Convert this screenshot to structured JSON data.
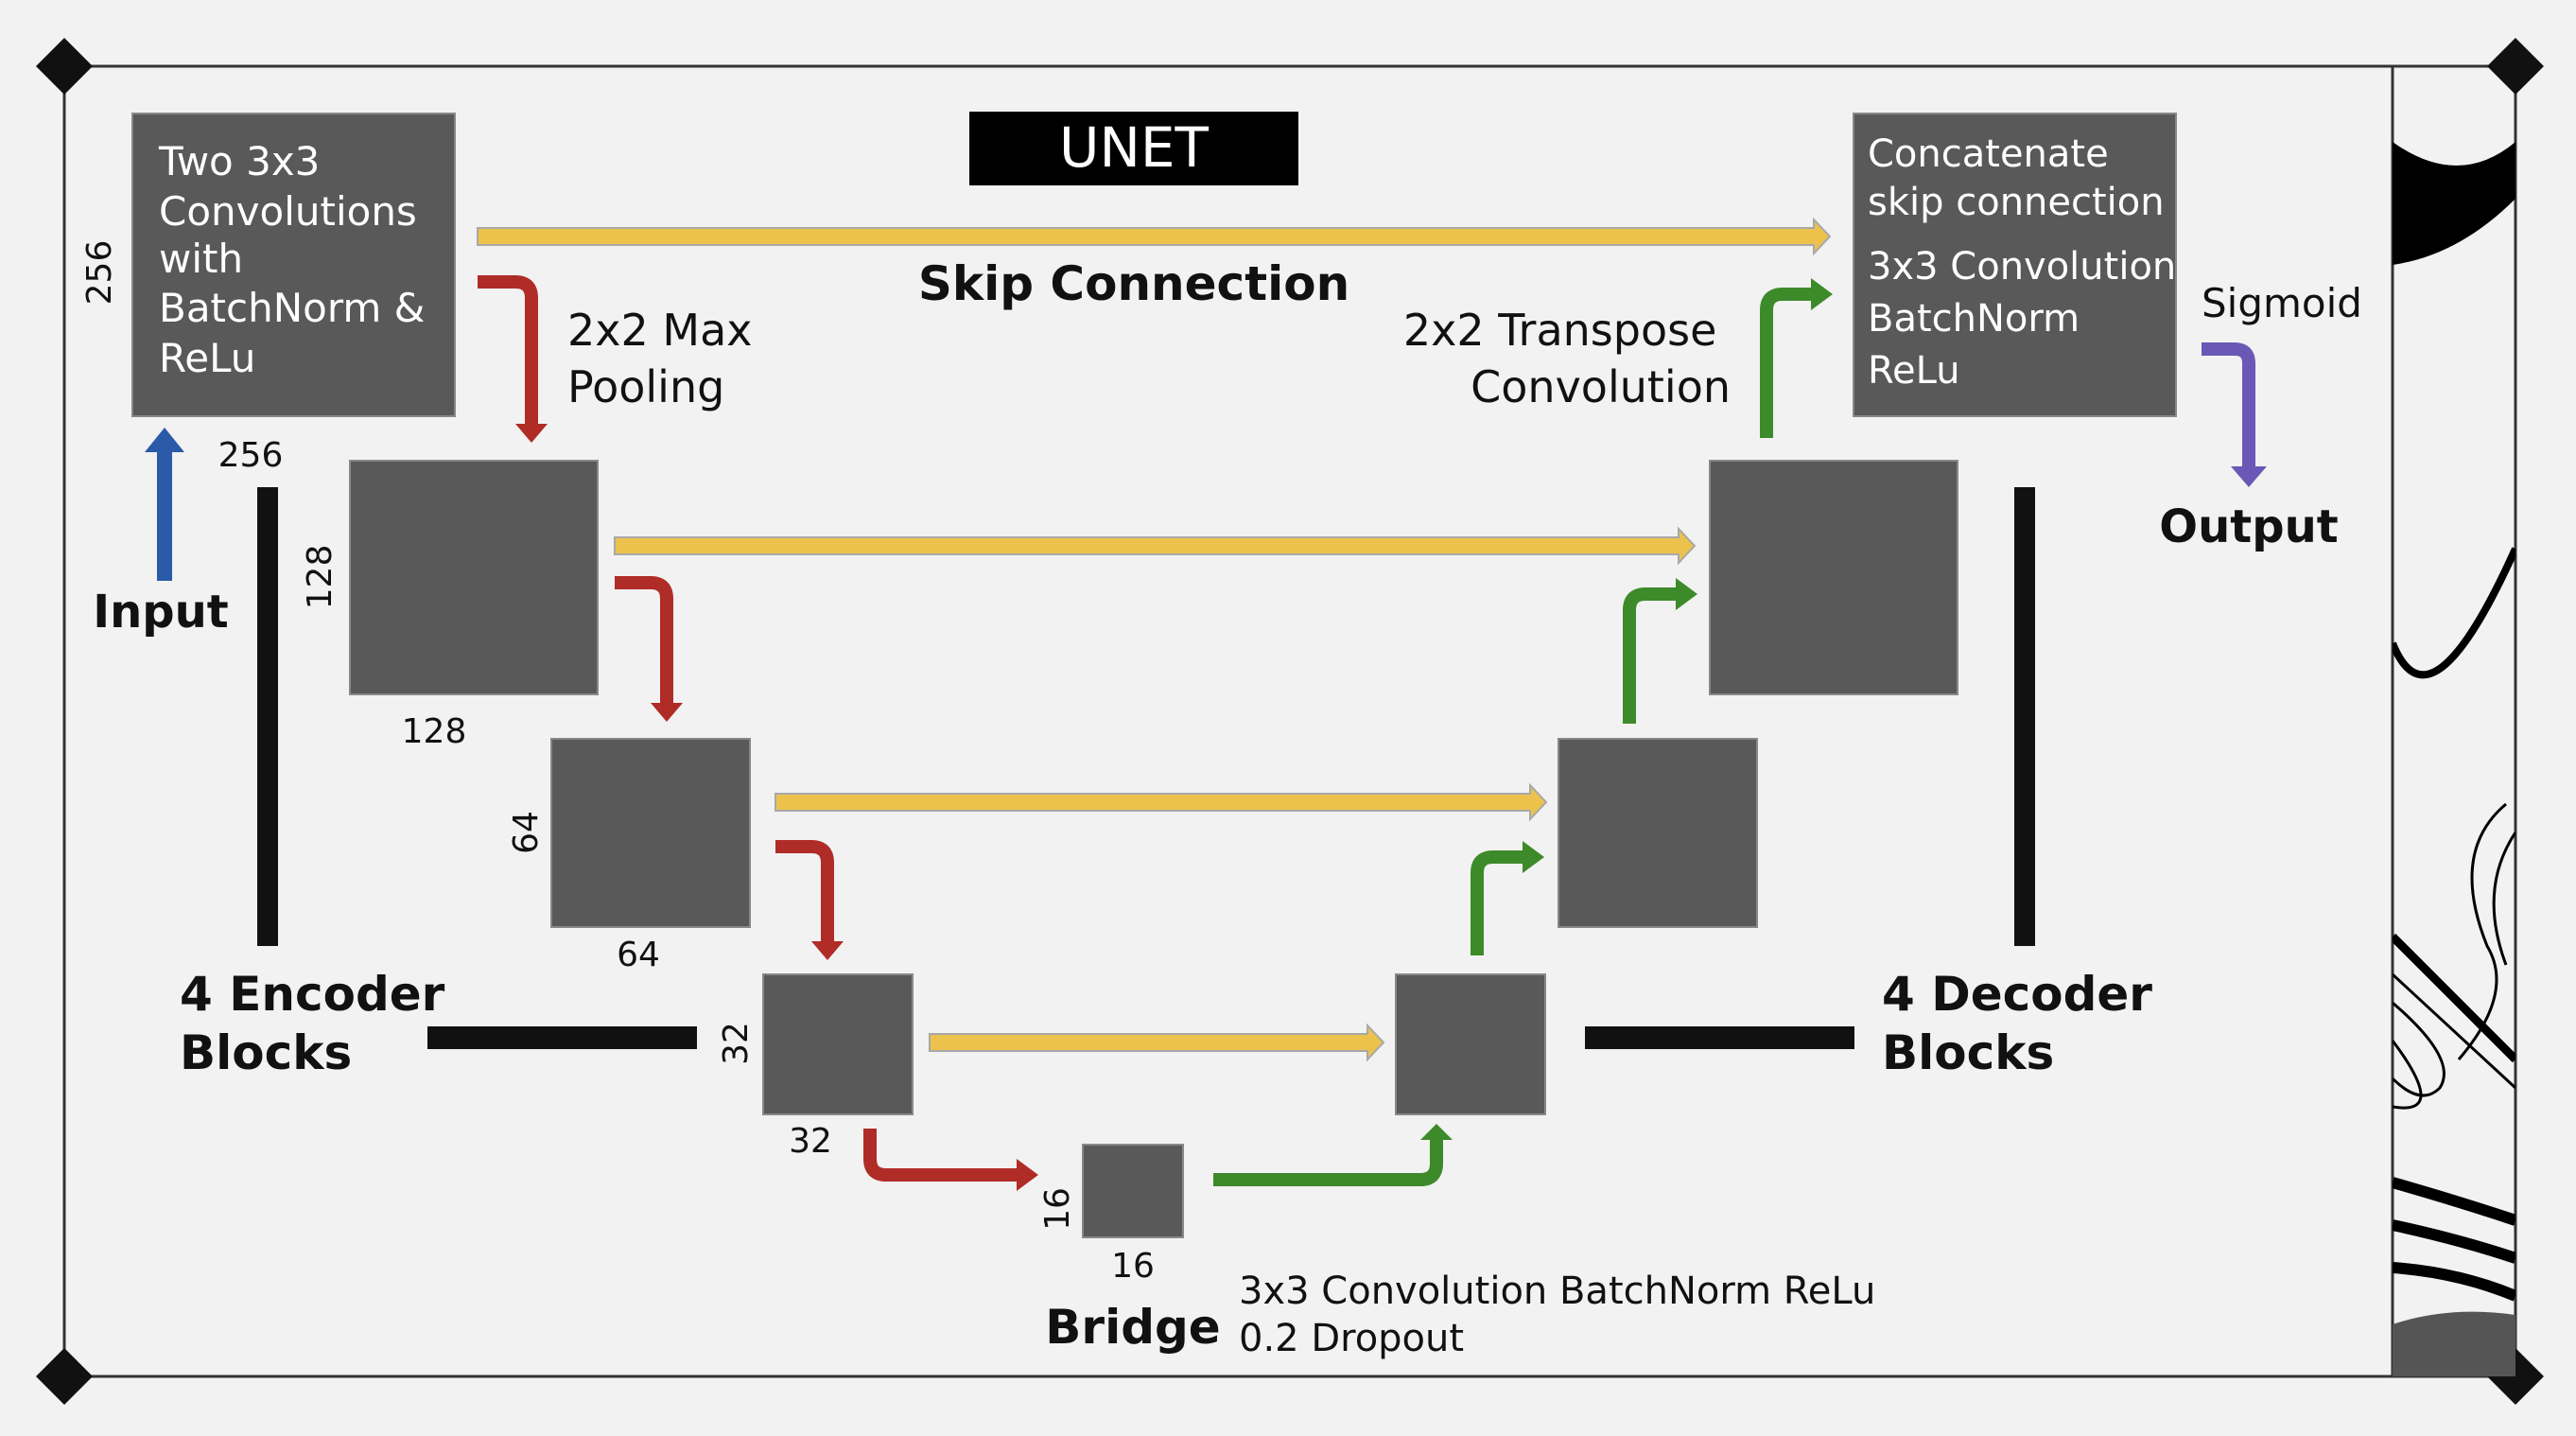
{
  "title": "UNET",
  "encoder_desc": [
    "Two 3x3",
    "Convolutions",
    "with",
    "BatchNorm &",
    "ReLu"
  ],
  "decoder_desc": [
    "Concatenate",
    "skip connection",
    "3x3 Convolution",
    "BatchNorm",
    "ReLu"
  ],
  "labels": {
    "skip_connection": "Skip Connection",
    "max_pooling": [
      "2x2 Max",
      "Pooling"
    ],
    "transpose_conv": [
      "2x2 Transpose",
      "Convolution"
    ],
    "sigmoid": "Sigmoid",
    "output": "Output",
    "input": "Input",
    "encoder_blocks": [
      "4 Encoder",
      "Blocks"
    ],
    "decoder_blocks": [
      "4 Decoder",
      "Blocks"
    ],
    "bridge": "Bridge",
    "bridge_desc": [
      "3x3 Convolution BatchNorm ReLu",
      "0.2 Dropout"
    ]
  },
  "dims": {
    "d256_side": "256",
    "d256_bottom": "256",
    "d128_side": "128",
    "d128_bottom": "128",
    "d64_side": "64",
    "d64_bottom": "64",
    "d32_side": "32",
    "d32_bottom": "32",
    "d16_side": "16",
    "d16_bottom": "16"
  },
  "colors": {
    "background": "#f2f2f2",
    "block": "#595959",
    "skip_arrow": "#ecc24d",
    "pool_arrow": "#b02c27",
    "up_arrow": "#3d8a2a",
    "input_arrow": "#2a5aa8",
    "sigmoid_arrow": "#6a58b6",
    "title_bg": "#000000"
  }
}
